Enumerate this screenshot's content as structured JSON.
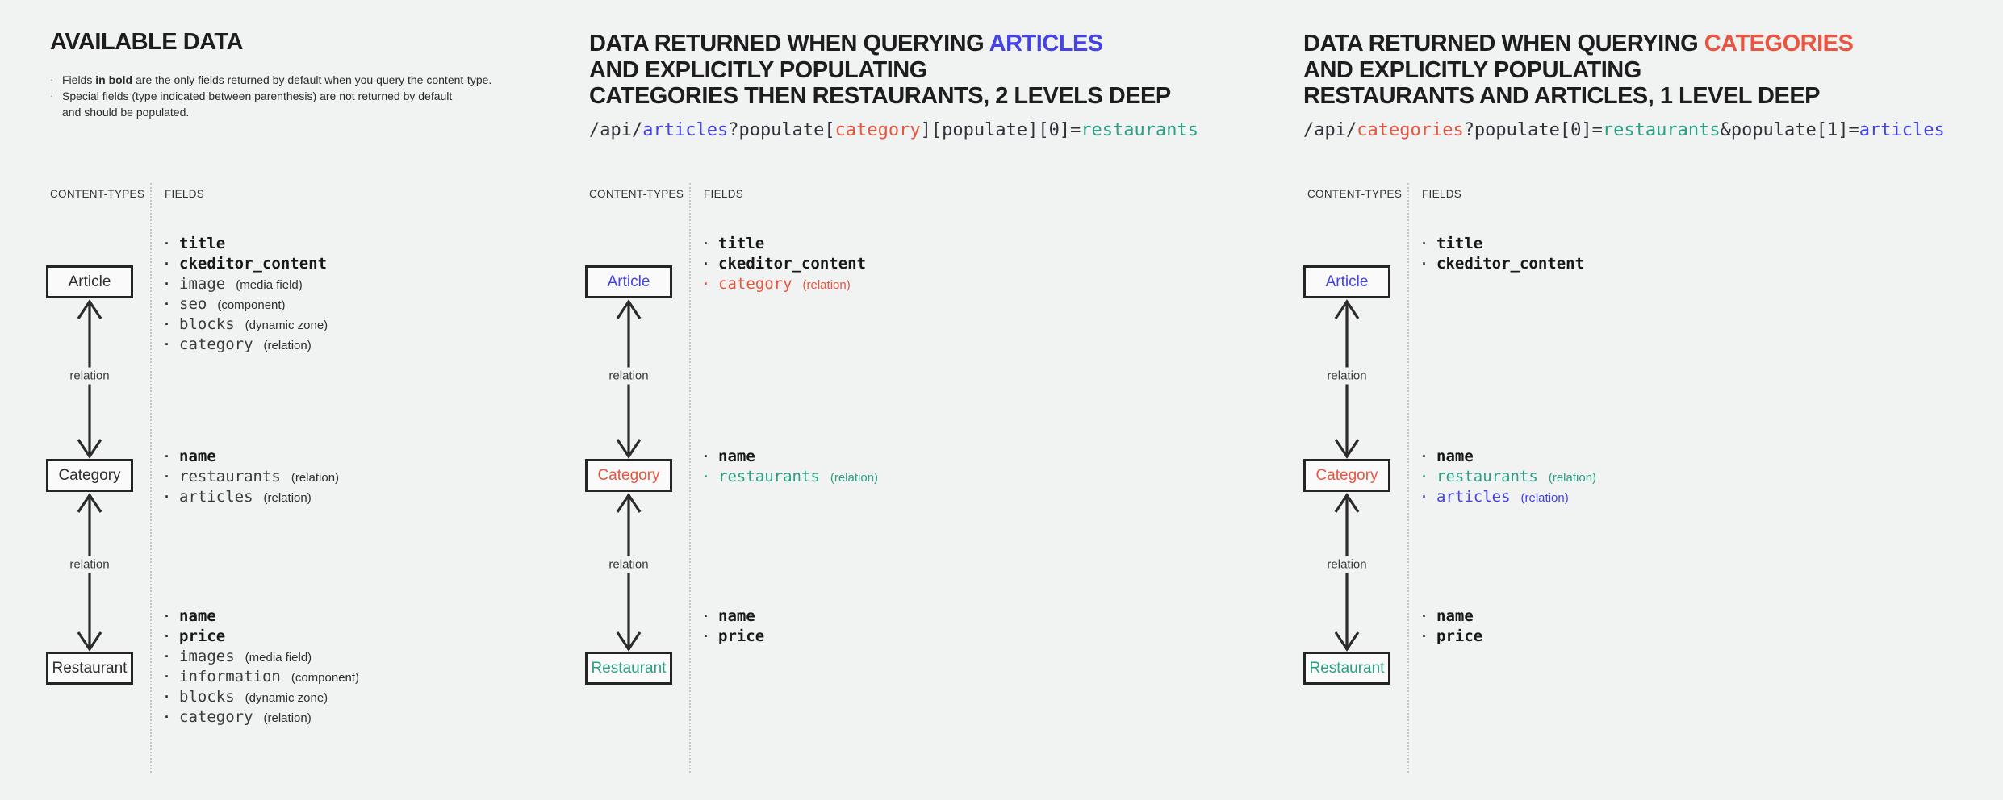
{
  "colors": {
    "blue": "#4542e6",
    "red": "#e95540",
    "teal": "#2ba084",
    "bg": "#f1f2f2"
  },
  "left": {
    "title": "AVAILABLE DATA",
    "notes": {
      "n1_pre": "Fields ",
      "n1_bold": "in bold",
      "n1_post": " are the only fields returned by default when you query the content-type.",
      "n2": "Special fields (type indicated between parenthesis) are not returned by default",
      "n2_cont": "and should be populated."
    }
  },
  "col2": {
    "title_pre": "DATA RETURNED WHEN QUERYING ",
    "title_accent": "ARTICLES",
    "title_l2": "AND EXPLICITLY POPULATING",
    "title_l3": "CATEGORIES THEN RESTAURANTS, 2 LEVELS DEEP",
    "api": {
      "p1": "/api/",
      "p2": "articles",
      "p3": "?populate[",
      "p4": "category",
      "p5": "][populate][0]=",
      "p6": "restaurants"
    }
  },
  "col3": {
    "title_pre": "DATA RETURNED WHEN QUERYING ",
    "title_accent": "CATEGORIES",
    "title_l2": "AND EXPLICITLY POPULATING",
    "title_l3": "RESTAURANTS AND ARTICLES, 1 LEVEL DEEP",
    "api": {
      "p1": "/api/",
      "p2": "categories",
      "p3": "?populate[0]=",
      "p4": "restaurants",
      "p5": "&populate[1]=",
      "p6": "articles"
    }
  },
  "labels": {
    "content_types": "CONTENT-TYPES",
    "fields": "FIELDS",
    "relation": "relation"
  },
  "models": {
    "article": "Article",
    "category": "Category",
    "restaurant": "Restaurant"
  },
  "fields": {
    "c1": {
      "article": [
        {
          "name": "title"
        },
        {
          "name": "ckeditor_content"
        },
        {
          "name": "image",
          "type": "(media field)"
        },
        {
          "name": "seo",
          "type": "(component)"
        },
        {
          "name": "blocks",
          "type": "(dynamic zone)"
        },
        {
          "name": "category",
          "type": "(relation)"
        }
      ],
      "category": [
        {
          "name": "name"
        },
        {
          "name": "restaurants",
          "type": "(relation)"
        },
        {
          "name": "articles",
          "type": "(relation)"
        }
      ],
      "restaurant": [
        {
          "name": "name"
        },
        {
          "name": "price"
        },
        {
          "name": "images",
          "type": "(media field)"
        },
        {
          "name": "information",
          "type": "(component)"
        },
        {
          "name": "blocks",
          "type": "(dynamic zone)"
        },
        {
          "name": "category",
          "type": "(relation)"
        }
      ]
    },
    "c2": {
      "article": [
        {
          "name": "title"
        },
        {
          "name": "ckeditor_content"
        },
        {
          "name": "category",
          "type": "(relation)"
        }
      ],
      "category": [
        {
          "name": "name"
        },
        {
          "name": "restaurants",
          "type": "(relation)"
        }
      ],
      "restaurant": [
        {
          "name": "name"
        },
        {
          "name": "price"
        }
      ]
    },
    "c3": {
      "article": [
        {
          "name": "title"
        },
        {
          "name": "ckeditor_content"
        }
      ],
      "category": [
        {
          "name": "name"
        },
        {
          "name": "restaurants",
          "type": "(relation)"
        },
        {
          "name": "articles",
          "type": "(relation)"
        }
      ],
      "restaurant": [
        {
          "name": "name"
        },
        {
          "name": "price"
        }
      ]
    }
  }
}
